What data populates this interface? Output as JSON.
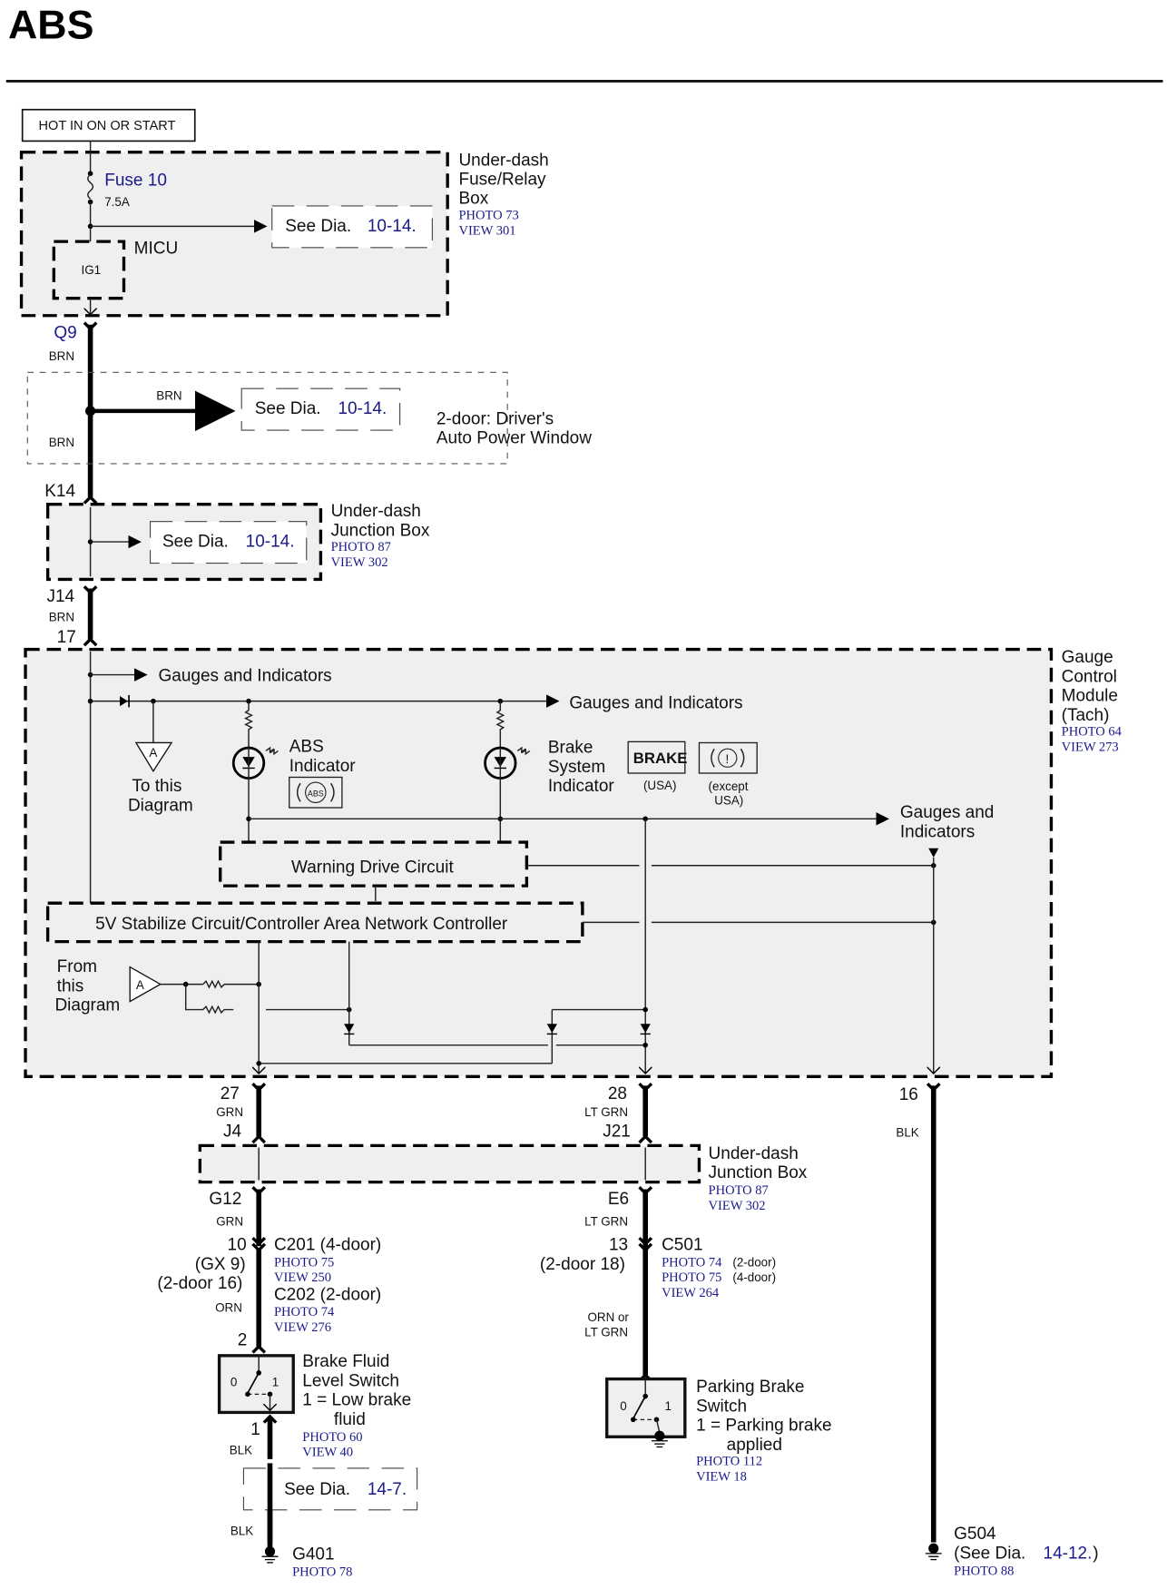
{
  "title": "ABS",
  "power_source": "HOT IN ON OR START",
  "fuse_box": {
    "name_lines": [
      "Under-dash",
      "Fuse/Relay",
      "Box"
    ],
    "photo": "PHOTO 73",
    "view": "VIEW 301",
    "fuse_label": "Fuse 10",
    "fuse_rating": "7.5A",
    "micu_label": "MICU",
    "micu_terminal": "IG1",
    "see_dia": {
      "prefix": "See Dia.",
      "ref": "10-14."
    }
  },
  "connectors": {
    "q9": "Q9",
    "k14": "K14",
    "j14": "J14",
    "pin17": "17",
    "pin27": "27",
    "pin28": "28",
    "pin16": "16",
    "j4": "J4",
    "j21": "J21",
    "g12": "G12",
    "e6": "E6",
    "pin10": "10",
    "pin10_alt1": "(GX 9)",
    "pin10_alt2": "(2-door 16)",
    "pin13": "13",
    "pin13_alt": "(2-door 18)",
    "pin2": "2",
    "pin1": "1"
  },
  "wire_colors": {
    "brn": "BRN",
    "grn": "GRN",
    "lt_grn": "LT GRN",
    "orn": "ORN",
    "orn_or_lt_grn": [
      "ORN or",
      "LT GRN"
    ],
    "blk": "BLK"
  },
  "power_window": {
    "label_lines": [
      "2-door: Driver's",
      "Auto Power Window"
    ],
    "see_dia": {
      "prefix": "See Dia.",
      "ref": "10-14."
    }
  },
  "junction_box_top": {
    "name_lines": [
      "Under-dash",
      "Junction Box"
    ],
    "photo": "PHOTO 87",
    "view": "VIEW 302",
    "see_dia": {
      "prefix": "See Dia.",
      "ref": "10-14."
    }
  },
  "gauge_module": {
    "name_lines": [
      "Gauge",
      "Control",
      "Module",
      "(Tach)"
    ],
    "photo": "PHOTO 64",
    "view": "VIEW 273",
    "gauges_1": "Gauges and Indicators",
    "gauges_2": "Gauges and Indicators",
    "gauges_3_lines": [
      "Gauges and",
      "Indicators"
    ],
    "to_diagram_lines": [
      "To this",
      "Diagram"
    ],
    "from_diagram_lines": [
      "From",
      "this",
      "Diagram"
    ],
    "connector_ref": "A",
    "abs_indicator_lines": [
      "ABS",
      "Indicator"
    ],
    "abs_symbol": "ABS",
    "brake_indicator_lines": [
      "Brake",
      "System",
      "Indicator"
    ],
    "brake_symbol": "BRAKE",
    "brake_symbol_note": "(USA)",
    "brake_alt_symbol": "(!)",
    "brake_alt_note_lines": [
      "(except",
      "USA)"
    ],
    "warning_drive_circuit": "Warning Drive Circuit",
    "stabilize_circuit": "5V Stabilize Circuit/Controller Area Network Controller"
  },
  "junction_box_bottom": {
    "name_lines": [
      "Under-dash",
      "Junction Box"
    ],
    "photo": "PHOTO 87",
    "view": "VIEW 302"
  },
  "c201": {
    "label": "C201 (4-door)",
    "photo": "PHOTO 75",
    "view": "VIEW 250"
  },
  "c202": {
    "label": "C202 (2-door)",
    "photo": "PHOTO 74",
    "view": "VIEW 276"
  },
  "c501": {
    "label": "C501",
    "photo_1": "PHOTO 74",
    "photo_1_note": "(2-door)",
    "photo_2": "PHOTO 75",
    "photo_2_note": "(4-door)",
    "view": "VIEW 264"
  },
  "brake_fluid_switch": {
    "name_lines": [
      "Brake Fluid",
      "Level Switch",
      "1 = Low brake",
      "fluid"
    ],
    "photo": "PHOTO 60",
    "view": "VIEW 40",
    "pos0": "0",
    "pos1": "1"
  },
  "parking_brake_switch": {
    "name_lines": [
      "Parking Brake",
      "Switch",
      "1 = Parking brake",
      "applied"
    ],
    "photo": "PHOTO 112",
    "view": "VIEW 18",
    "pos0": "0",
    "pos1": "1"
  },
  "see_dia_14_7": {
    "prefix": "See Dia.",
    "ref": "14-7."
  },
  "g401": {
    "label": "G401",
    "photo": "PHOTO 78"
  },
  "g504": {
    "label": "G504",
    "see_prefix": "(See Dia.",
    "ref": "14-12.",
    "suffix": ")",
    "photo": "PHOTO 88"
  }
}
